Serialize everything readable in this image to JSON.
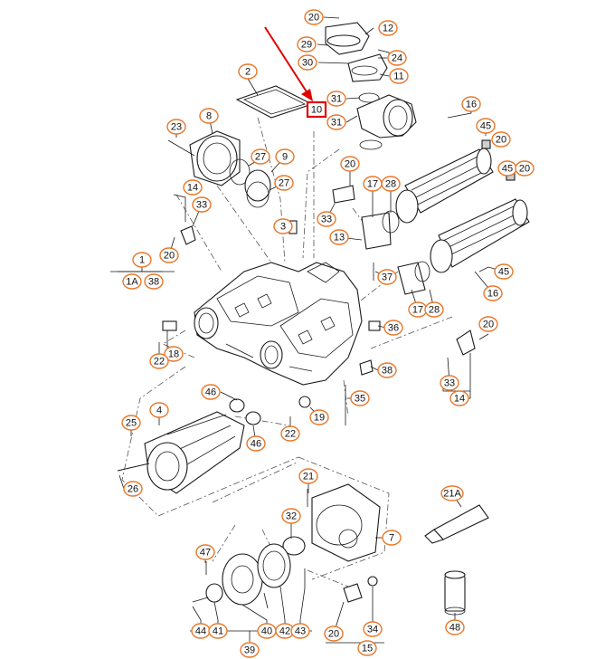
{
  "diagram": {
    "callouts": [
      {
        "id": "c20a",
        "label": "20"
      },
      {
        "id": "c12",
        "label": "12"
      },
      {
        "id": "c29",
        "label": "29"
      },
      {
        "id": "c30",
        "label": "30"
      },
      {
        "id": "c24",
        "label": "24"
      },
      {
        "id": "c11",
        "label": "11"
      },
      {
        "id": "c2",
        "label": "2"
      },
      {
        "id": "c31a",
        "label": "31"
      },
      {
        "id": "c10",
        "label": "10",
        "highlighted": true
      },
      {
        "id": "c31b",
        "label": "31"
      },
      {
        "id": "c23",
        "label": "23"
      },
      {
        "id": "c8",
        "label": "8"
      },
      {
        "id": "c16a",
        "label": "16"
      },
      {
        "id": "c45a",
        "label": "45"
      },
      {
        "id": "c20b",
        "label": "20"
      },
      {
        "id": "c27a",
        "label": "27"
      },
      {
        "id": "c9",
        "label": "9"
      },
      {
        "id": "c27b",
        "label": "27"
      },
      {
        "id": "c45b",
        "label": "45"
      },
      {
        "id": "c20c",
        "label": "20"
      },
      {
        "id": "c20d",
        "label": "20"
      },
      {
        "id": "c14a",
        "label": "14"
      },
      {
        "id": "c33a",
        "label": "33"
      },
      {
        "id": "c17a",
        "label": "17"
      },
      {
        "id": "c28a",
        "label": "28"
      },
      {
        "id": "c33b",
        "label": "33"
      },
      {
        "id": "c3",
        "label": "3"
      },
      {
        "id": "c13",
        "label": "13"
      },
      {
        "id": "c20e",
        "label": "20"
      },
      {
        "id": "c1",
        "label": "1"
      },
      {
        "id": "c1a",
        "label": "1A"
      },
      {
        "id": "c38a",
        "label": "38"
      },
      {
        "id": "c37",
        "label": "37"
      },
      {
        "id": "c45c",
        "label": "45"
      },
      {
        "id": "c16b",
        "label": "16"
      },
      {
        "id": "c17b",
        "label": "17"
      },
      {
        "id": "c28b",
        "label": "28"
      },
      {
        "id": "c36",
        "label": "36"
      },
      {
        "id": "c20f",
        "label": "20"
      },
      {
        "id": "c18",
        "label": "18"
      },
      {
        "id": "c22a",
        "label": "22"
      },
      {
        "id": "c38b",
        "label": "38"
      },
      {
        "id": "c33c",
        "label": "33"
      },
      {
        "id": "c14b",
        "label": "14"
      },
      {
        "id": "c46a",
        "label": "46"
      },
      {
        "id": "c35",
        "label": "35"
      },
      {
        "id": "c4",
        "label": "4"
      },
      {
        "id": "c19",
        "label": "19"
      },
      {
        "id": "c25",
        "label": "25"
      },
      {
        "id": "c22b",
        "label": "22"
      },
      {
        "id": "c46b",
        "label": "46"
      },
      {
        "id": "c26",
        "label": "26"
      },
      {
        "id": "c21",
        "label": "21"
      },
      {
        "id": "c21a",
        "label": "21A"
      },
      {
        "id": "c32",
        "label": "32"
      },
      {
        "id": "c7",
        "label": "7"
      },
      {
        "id": "c47",
        "label": "47"
      },
      {
        "id": "c44",
        "label": "44"
      },
      {
        "id": "c41",
        "label": "41"
      },
      {
        "id": "c40",
        "label": "40"
      },
      {
        "id": "c42",
        "label": "42"
      },
      {
        "id": "c43",
        "label": "43"
      },
      {
        "id": "c39",
        "label": "39"
      },
      {
        "id": "c20g",
        "label": "20"
      },
      {
        "id": "c34",
        "label": "34"
      },
      {
        "id": "c15",
        "label": "15"
      },
      {
        "id": "c48",
        "label": "48"
      }
    ],
    "colors": {
      "callout_border": "#e8782a",
      "highlight": "#e00000",
      "line": "#1a1a1a"
    }
  }
}
